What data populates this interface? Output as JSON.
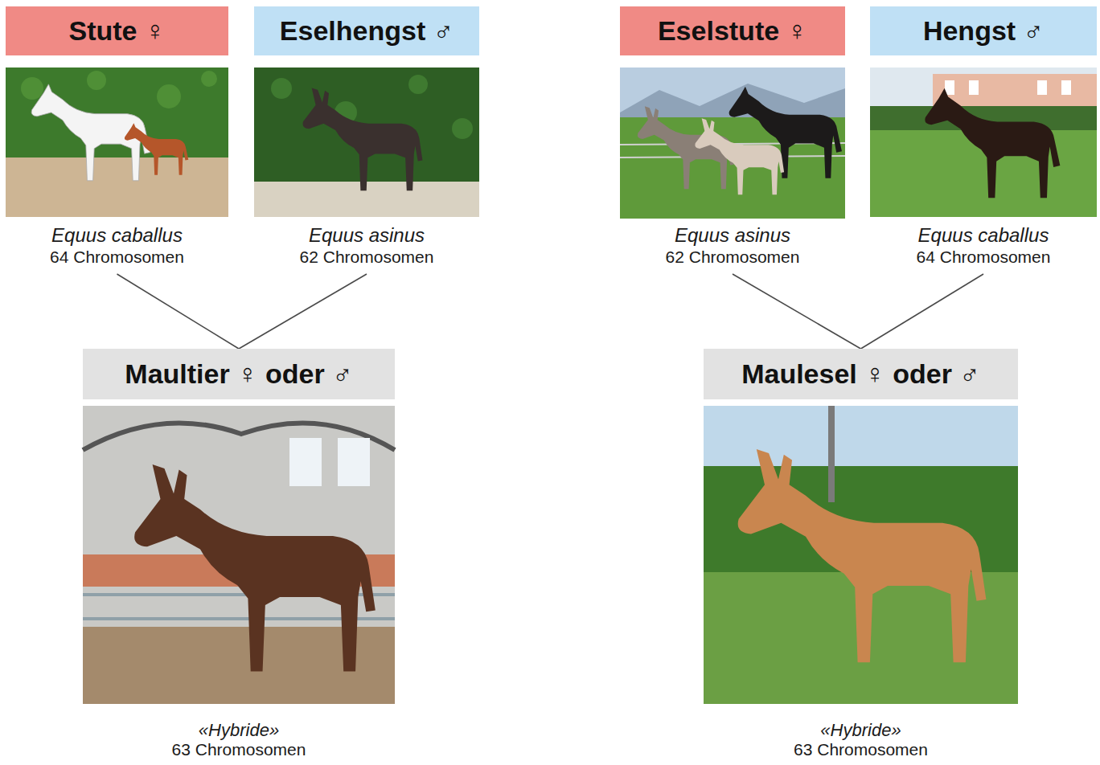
{
  "diagram": {
    "nodes": [
      {
        "text": [
          "Stute ♀",
          "Equus caballus",
          "64 Chromosomen"
        ]
      },
      {
        "text": [
          "Eselhengst ♂",
          "Equus asinus",
          "62 Chromosomen"
        ]
      },
      {
        "text": [
          "Eselstute ♀",
          "Equus asinus",
          "62 Chromosomen"
        ]
      },
      {
        "text": [
          "Hengst ♂",
          "Equus caballus",
          "64 Chromosomen"
        ]
      },
      {
        "text": [
          "Maultier ♀ oder ♂",
          "«Hybride»",
          "63 Chromosomen"
        ]
      },
      {
        "text": [
          "Maulesel ♀ oder ♂",
          "«Hybride»",
          "63 Chromosomen"
        ]
      }
    ],
    "edges": [
      {
        "from": 0,
        "to": 4,
        "arrow": "none"
      },
      {
        "from": 1,
        "to": 4,
        "arrow": "none"
      },
      {
        "from": 2,
        "to": 5,
        "arrow": "none"
      },
      {
        "from": 3,
        "to": 5,
        "arrow": "none"
      }
    ]
  }
}
